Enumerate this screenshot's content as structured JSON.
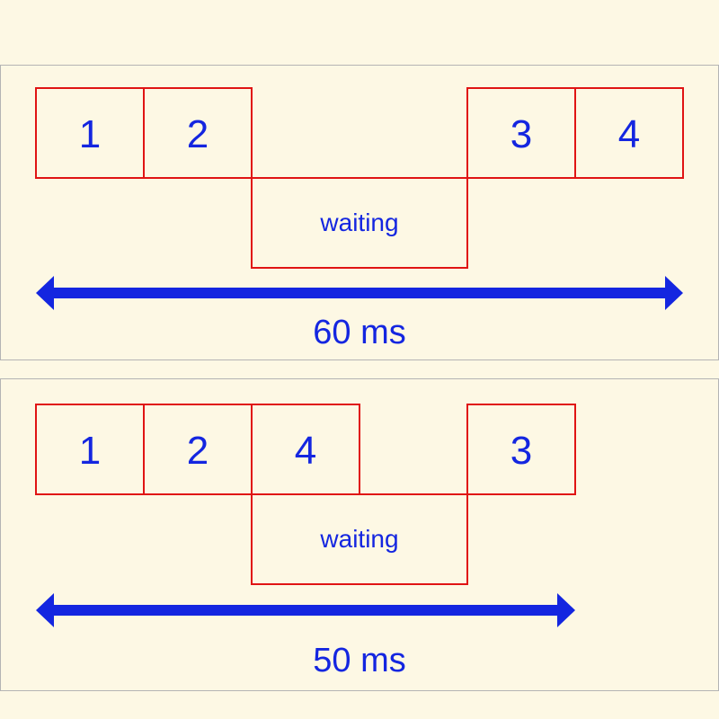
{
  "colors": {
    "background": "#fdf8e4",
    "box_stroke": "#e01414",
    "text": "#1426e0",
    "arrow": "#1426e0",
    "panel_border": "#b4b4b4"
  },
  "panels": [
    {
      "task_labels": [
        "1",
        "2",
        "3",
        "4"
      ],
      "waiting_label": "waiting",
      "duration_label": "60 ms"
    },
    {
      "task_labels": [
        "1",
        "2",
        "4",
        "3"
      ],
      "waiting_label": "waiting",
      "duration_label": "50 ms"
    }
  ]
}
